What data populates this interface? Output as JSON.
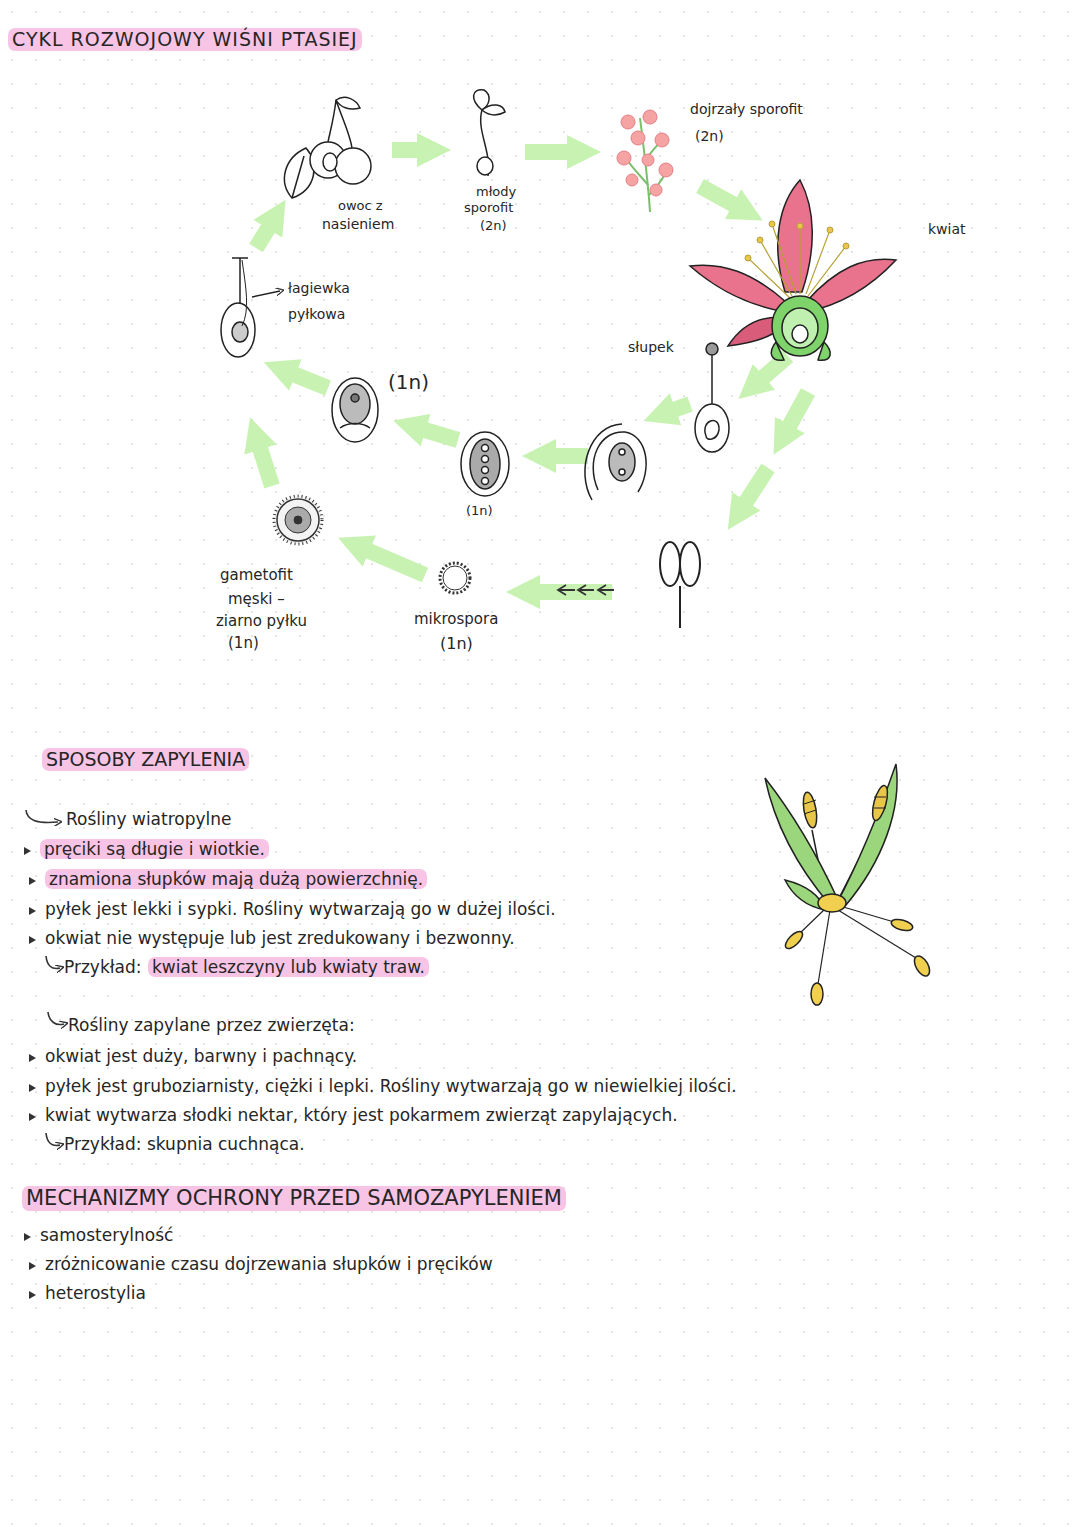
{
  "diagram": {
    "title": "CYKL ROZWOJOWY WIŚNI PTASIEJ",
    "labels": [
      "dojrzały sporofit",
      "(2n)",
      "kwiat",
      "owoc z",
      "nasieniem",
      "młody",
      "sporofit",
      "(2n)",
      "łagiewka",
      "pyłkowa",
      "(1n)",
      "słupek",
      "(1n)",
      "gametofit",
      "męski –",
      "ziarno pyłku",
      "(1n)",
      "mikrospora",
      "(1n)",
      "SPOSOBY ZAPYLENIA",
      "Rośliny wiatropylne",
      "pręciki są długie i wiotkie.",
      "znamiona słupków mają dużą powierzchnię.",
      "pyłek jest lekki i sypki. Rośliny wytwarzają go w dużej ilości.",
      "okwiat nie występuje lub jest zredukowany i bezwonny.",
      "Przykład:",
      "kwiat leszczyny lub kwiaty traw.",
      "Rośliny zapylane przez zwierzęta:",
      "okwiat jest duży, barwny i pachnący.",
      "pyłek jest gruboziarnisty, ciężki i lepki. Rośliny wytwarzają go w niewielkiej ilości.",
      "kwiat wytwarza słodki nektar, który jest pokarmem zwierząt zapylających.",
      "Przykład: skupnia cuchnąca.",
      "MECHANIZMY OCHRONY PRZED SAMOZAPYLENIEM",
      "samosterylność",
      "zróżnicowanie czasu dojrzewania słupków i pręcików",
      "heterostylia"
    ]
  }
}
